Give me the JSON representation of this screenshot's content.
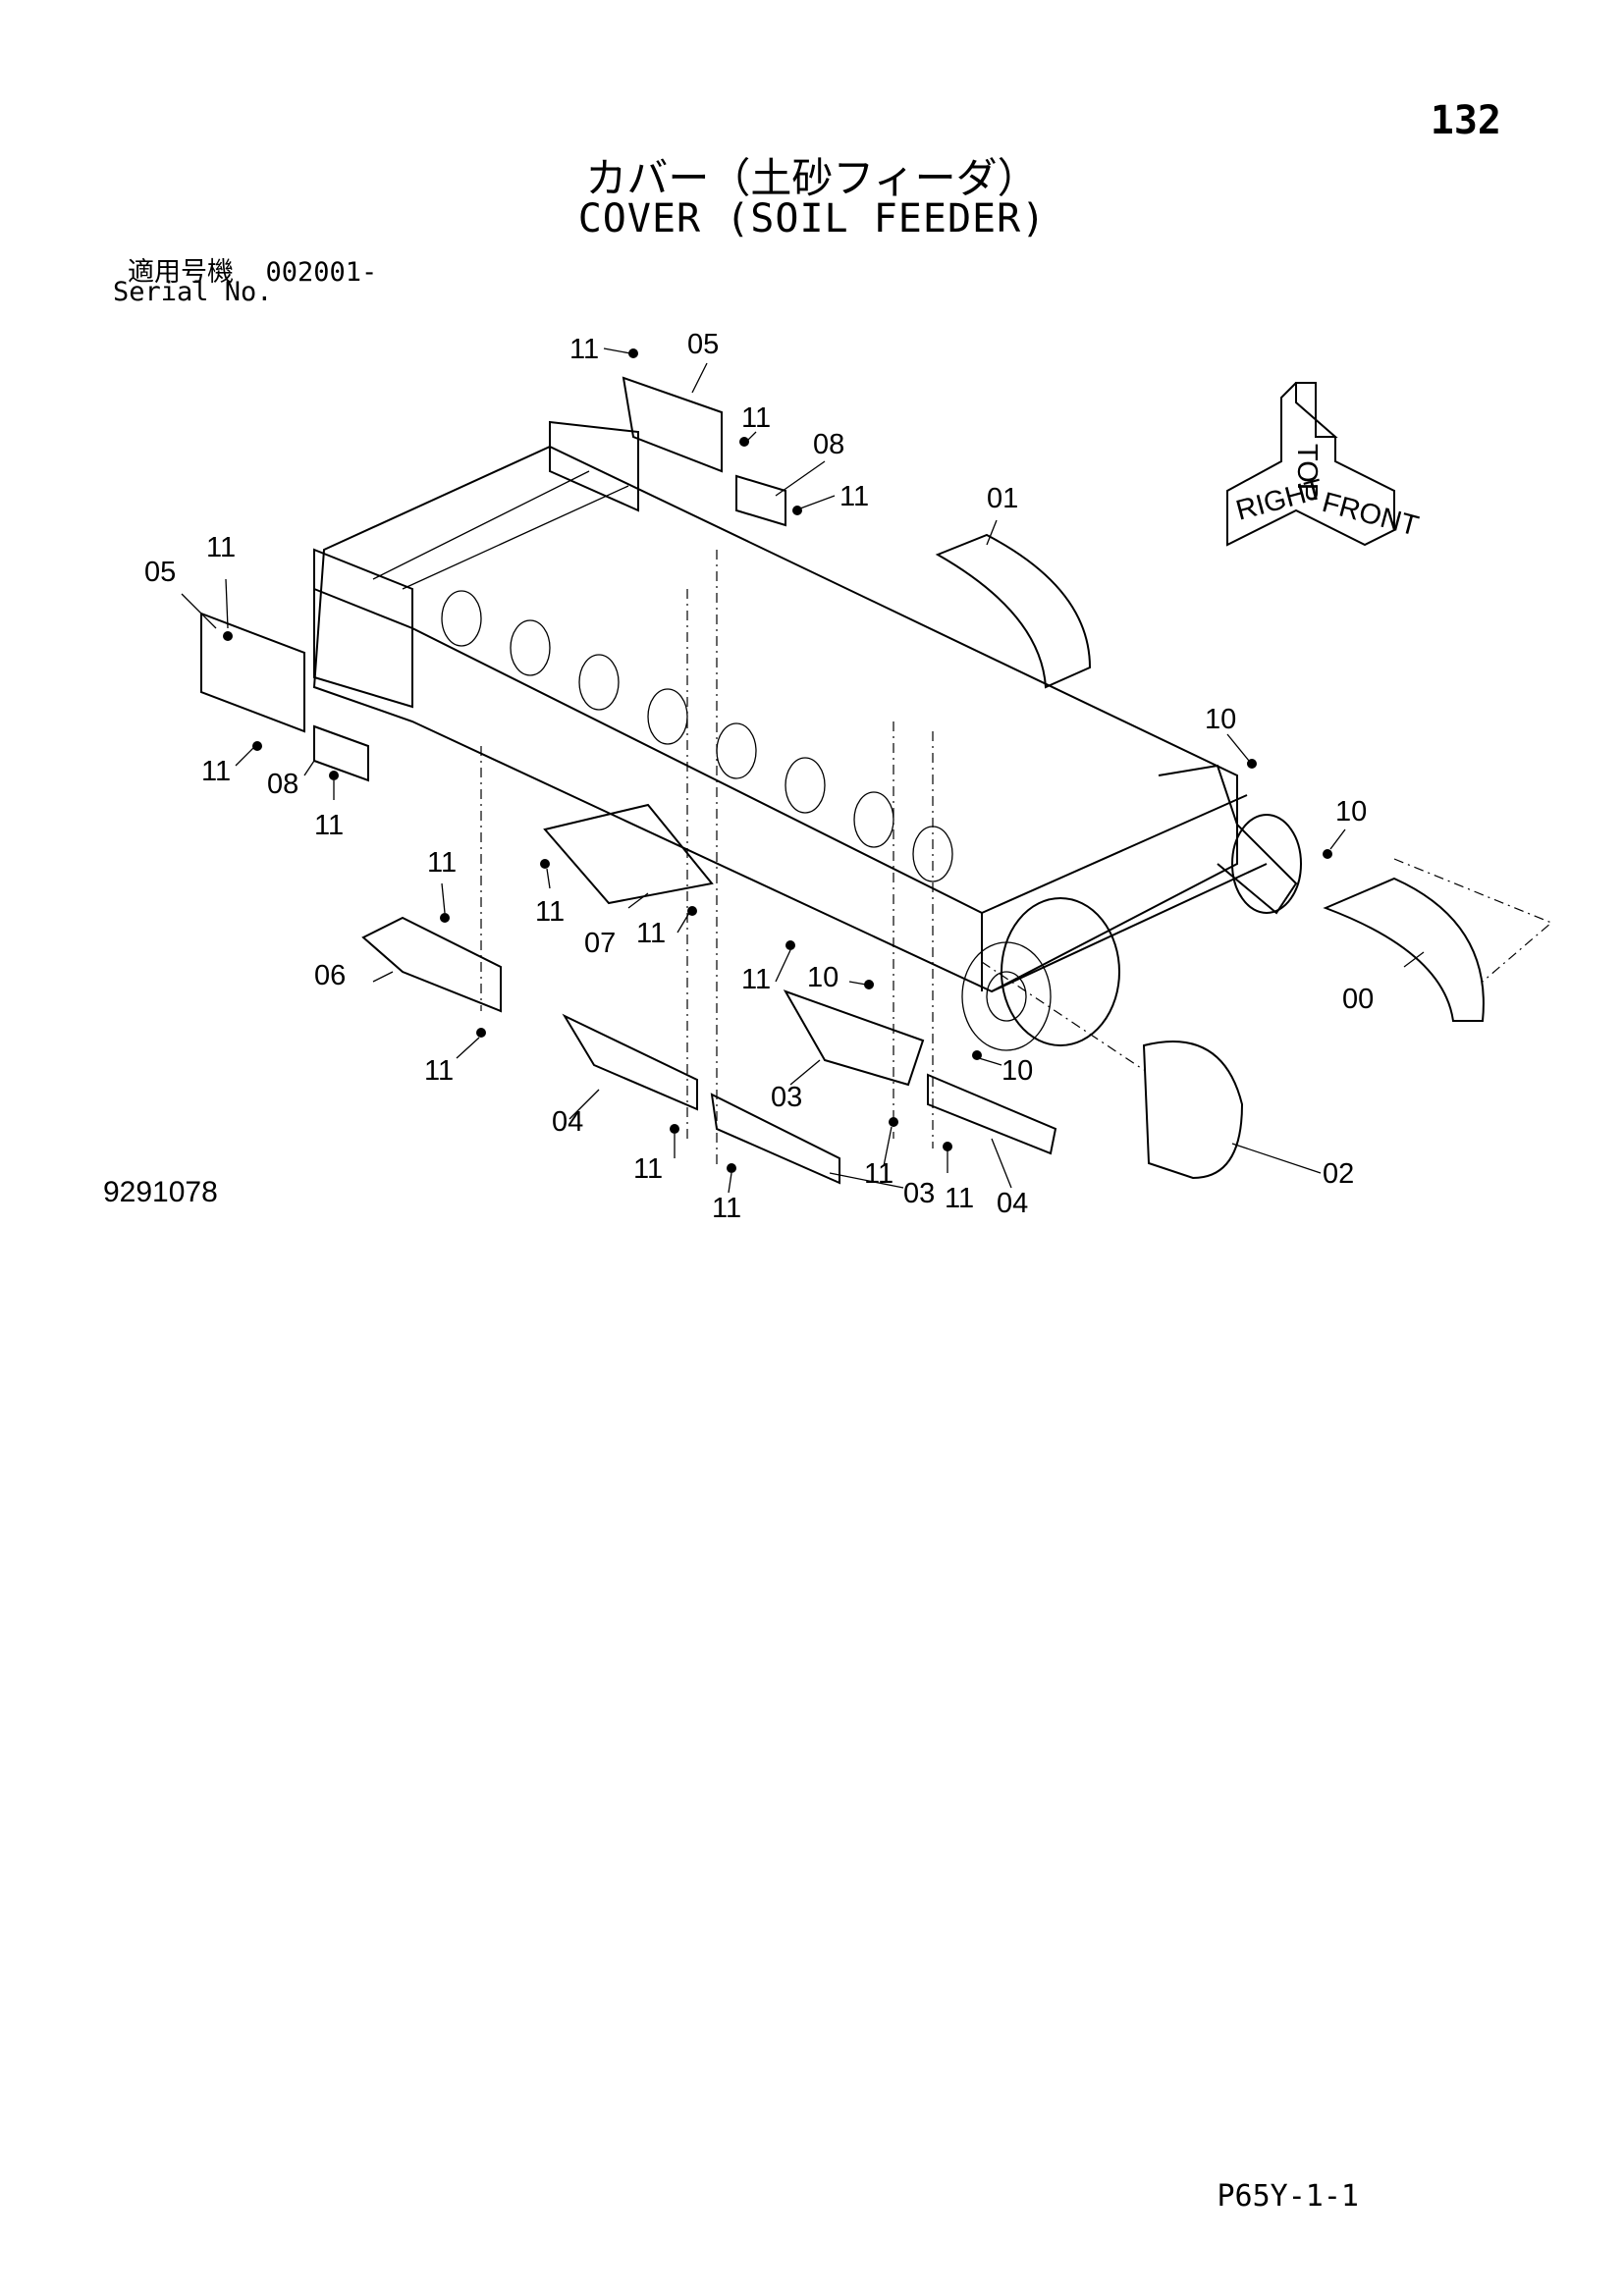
{
  "header": {
    "page_number": "132",
    "title_jp": "カバー（土砂フィーダ）",
    "title_en": "COVER (SOIL FEEDER)",
    "serial_label_jp": "適用号機",
    "serial_value": "002001-",
    "serial_label_en": "Serial No."
  },
  "footer": {
    "figure_number": "9291078",
    "page_code": "P65Y-1-1"
  },
  "orientation": {
    "top": "TOP",
    "right": "RIGHT",
    "front": "FRONT"
  },
  "callouts": [
    "00",
    "01",
    "02",
    "03",
    "03",
    "04",
    "04",
    "05",
    "05",
    "06",
    "07",
    "08",
    "08",
    "10",
    "10",
    "10",
    "10",
    "11"
  ]
}
